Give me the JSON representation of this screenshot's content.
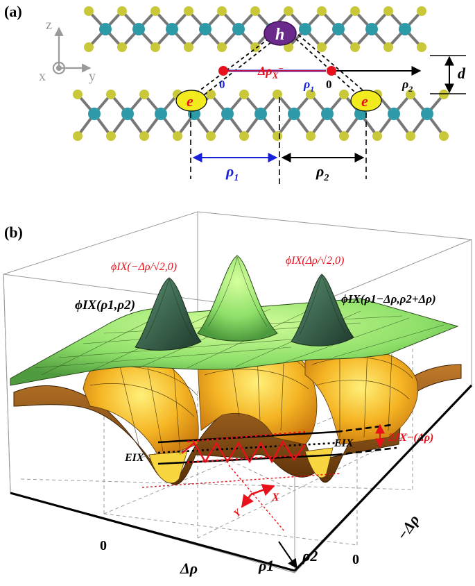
{
  "panel_a": {
    "label": "(a)",
    "axes": {
      "z": "z",
      "x": "x",
      "y": "y"
    },
    "hole": "h",
    "electron": "e",
    "origin_left": "0",
    "origin_right": "0",
    "delta_rho_sym": "Δρ",
    "delta_rho_sub": "X",
    "delta_rho_sup": "−",
    "rho1_top": "ρ",
    "rho1_top_sub": "1",
    "rho2_top": "ρ",
    "rho2_top_sub": "2",
    "d_label": "d",
    "rho1_bottom": "ρ",
    "rho1_bottom_sub": "1",
    "rho2_bottom": "ρ",
    "rho2_bottom_sub": "2",
    "colors": {
      "metal": "#2e9aa8",
      "chalcogen": "#c8c83a",
      "hole": "#6a2a8c",
      "electron": "#f2ec1e",
      "accent_red": "#e8101a",
      "accent_blue": "#1a22d8"
    }
  },
  "panel_b": {
    "label": "(b)",
    "phi_minus": "ϕIX(−Δρ/√2,0)",
    "phi_plus": "ϕIX(Δρ/√2,0)",
    "phi_main": "ϕIX(ρ1,ρ2)",
    "phi_shifted": "ϕIX(ρ1−Δρ,ρ2+Δρ)",
    "e_ix_left": "EIX",
    "e_ix_right": "EIX",
    "splitting": "2JX−(Δρ)",
    "x_axis_label": "X",
    "y_axis_label": "Y",
    "tick_zero_left": "0",
    "tick_delta_rho": "Δρ",
    "tick_rho1": "ρ1",
    "tick_rho2": "ρ2",
    "tick_zero_right": "0",
    "tick_minus_delta_rho": "−Δρ",
    "colors": {
      "wavefunction": "#9be26a",
      "wavefunction_dark": "#245040",
      "potential": "#f3b322",
      "potential_dark": "#8a4a10",
      "accent_red": "#e8101a"
    }
  }
}
